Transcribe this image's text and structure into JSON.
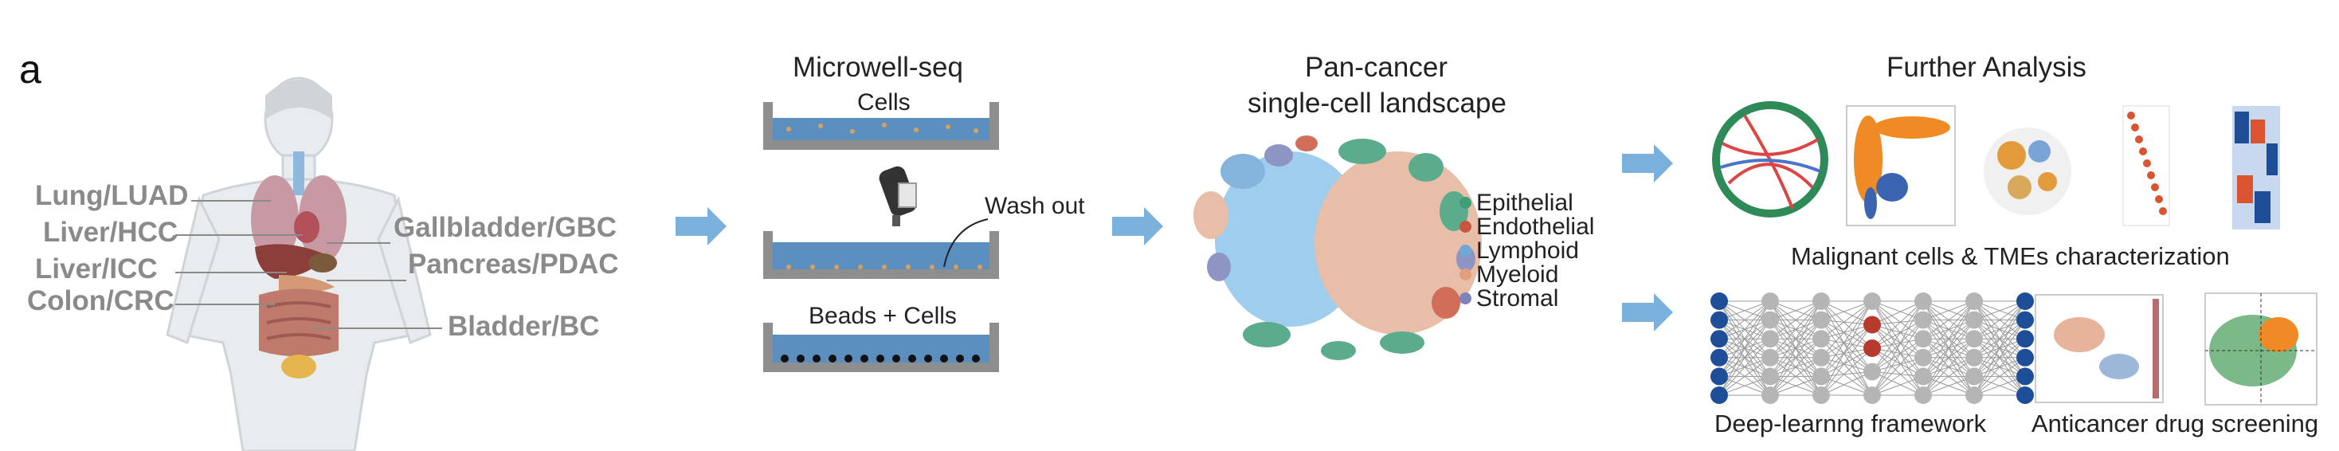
{
  "panel_label": "a",
  "organs": {
    "lung": "Lung/LUAD",
    "liver_hcc": "Liver/HCC",
    "liver_icc": "Liver/ICC",
    "colon": "Colon/CRC",
    "gallbladder": "Gallbladder/GBC",
    "pancreas": "Pancreas/PDAC",
    "bladder": "Bladder/BC"
  },
  "microwell": {
    "title": "Microwell-seq",
    "cells": "Cells",
    "wash_out": "Wash out",
    "beads_cells": "Beads + Cells"
  },
  "landscape": {
    "title_line1": "Pan-cancer",
    "title_line2": "single-cell landscape",
    "legend": [
      {
        "label": "Epithelial",
        "color": "#3f9e7a"
      },
      {
        "label": "Endothelial",
        "color": "#c8553d"
      },
      {
        "label": "Lymphoid",
        "color": "#6fa8d6"
      },
      {
        "label": "Myeloid",
        "color": "#e0a07e"
      },
      {
        "label": "Stromal",
        "color": "#7b83b8"
      }
    ]
  },
  "analysis": {
    "title": "Further Analysis",
    "malignant_caption": "Malignant cells & TMEs characterization",
    "deep_caption": "Deep-learnng framework",
    "drug_caption": "Anticancer drug screening"
  },
  "colors": {
    "arrow": "#7ab0dc",
    "well_wall": "#8e8e8e",
    "well_liquid": "#5b8fbf",
    "node_blue": "#1f4e99",
    "node_gray": "#b5b5b5",
    "node_red": "#b83a2e"
  }
}
